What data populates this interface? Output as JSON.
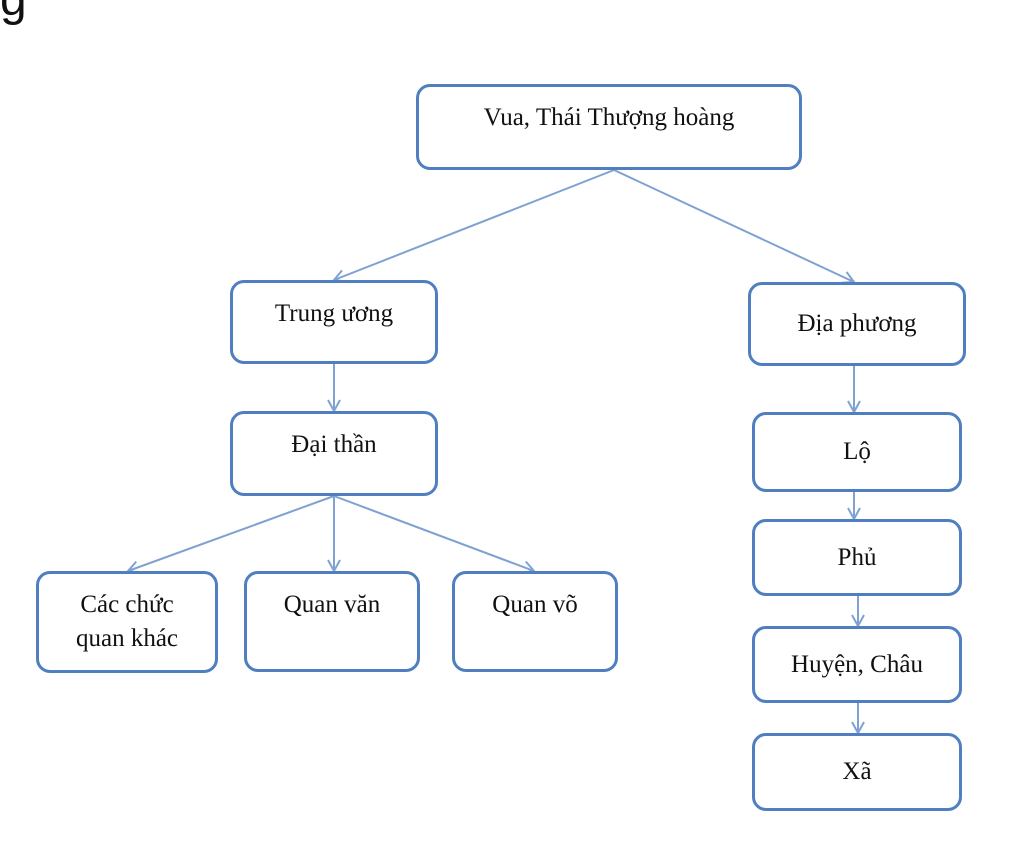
{
  "corner_text": "g",
  "nodes": {
    "root": "Vua, Thái Thượng hoàng",
    "central": "Trung ương",
    "local": "Địa phương",
    "grand_officials": "Đại thần",
    "other_offices_line1": "Các chức",
    "other_offices_line2": "quan khác",
    "civil_officials": "Quan văn",
    "military_officials": "Quan võ",
    "lo": "Lộ",
    "phu": "Phủ",
    "huyen_chau": "Huyện, Châu",
    "xa": "Xã"
  },
  "colors": {
    "node_border": "#4f7fc0",
    "connector": "#7fa2d3"
  }
}
